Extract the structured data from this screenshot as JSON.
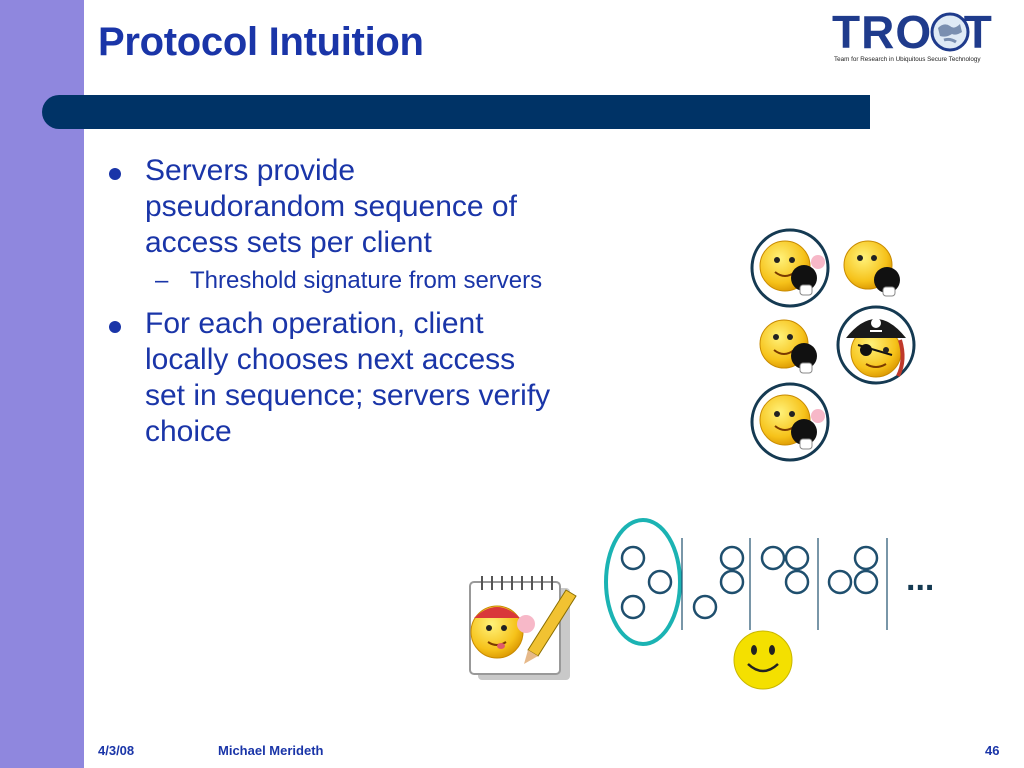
{
  "slide": {
    "title": "Protocol Intuition"
  },
  "logo": {
    "word": "TROST",
    "tagline": "Team for Research in Ubiquitous Secure Technology"
  },
  "bullets": [
    {
      "lines": [
        "Servers provide",
        "pseudorandom sequence of",
        "access sets per client"
      ],
      "sub": "Threshold signature from servers"
    },
    {
      "lines": [
        "For each operation, client",
        "locally chooses next access",
        "set in sequence; servers verify",
        "choice"
      ]
    }
  ],
  "diagram": {
    "ellipsis": "..."
  },
  "footer": {
    "date": "4/3/08",
    "author": "Michael Merideth",
    "page": "46"
  },
  "colors": {
    "accent": "#1a35a8",
    "bar": "#003366",
    "sideband": "#8f87de",
    "highlight": "#1bb3b3",
    "circle": "#1f4f6e"
  }
}
